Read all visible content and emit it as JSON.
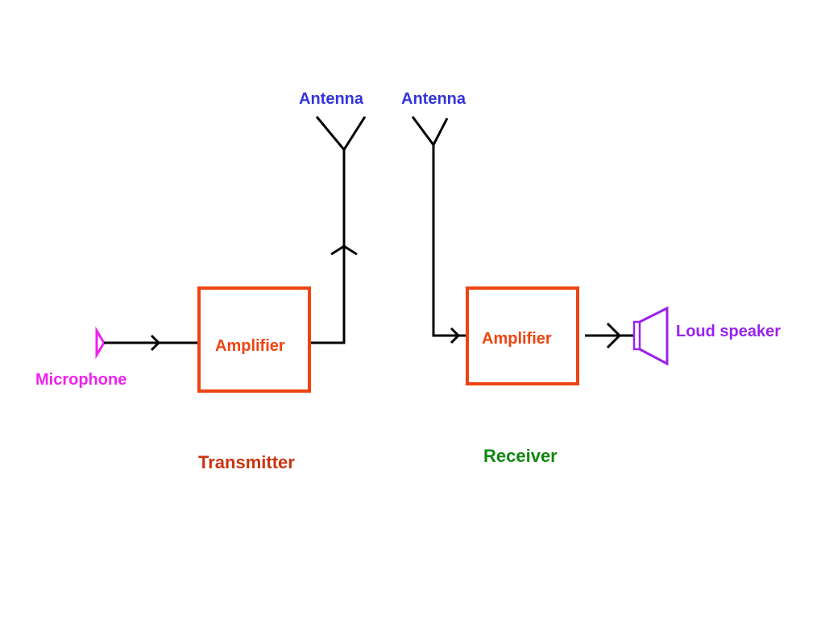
{
  "labels": {
    "antenna_tx": "Antenna",
    "antenna_rx": "Antenna",
    "amplifier_tx": "Amplifier",
    "amplifier_rx": "Amplifier",
    "microphone": "Microphone",
    "loudspeaker": "Loud speaker",
    "transmitter": "Transmitter",
    "receiver": "Receiver"
  },
  "colors": {
    "antenna_text": "#3333dd",
    "amplifier": "#ee4411",
    "microphone": "#ee22ee",
    "loudspeaker": "#9922ee",
    "transmitter_text": "#cc3311",
    "receiver_text": "#118811",
    "wire": "#000000"
  }
}
